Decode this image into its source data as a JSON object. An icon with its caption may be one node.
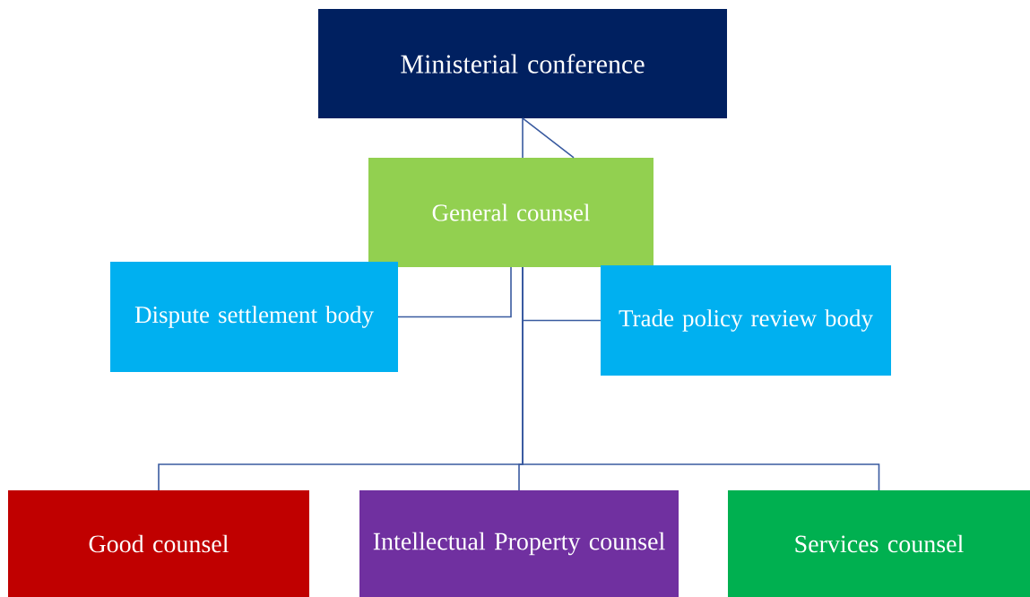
{
  "diagram": {
    "nodes": [
      {
        "text": [
          "Ministerial conference"
        ]
      },
      {
        "text": [
          "General counsel"
        ]
      },
      {
        "text": [
          "Dispute settlement body"
        ]
      },
      {
        "text": [
          "Trade policy review body"
        ]
      },
      {
        "text": [
          "Good counsel"
        ]
      },
      {
        "text": [
          "Intellectual Property counsel"
        ]
      },
      {
        "text": [
          "Services counsel"
        ]
      }
    ],
    "edges": [
      {
        "from": 0,
        "to": 1,
        "arrow": "none"
      },
      {
        "from": 1,
        "to": 2,
        "arrow": "none"
      },
      {
        "from": 1,
        "to": 3,
        "arrow": "none"
      },
      {
        "from": 1,
        "to": 4,
        "arrow": "none"
      },
      {
        "from": 1,
        "to": 5,
        "arrow": "none"
      },
      {
        "from": 1,
        "to": 6,
        "arrow": "none"
      }
    ]
  }
}
